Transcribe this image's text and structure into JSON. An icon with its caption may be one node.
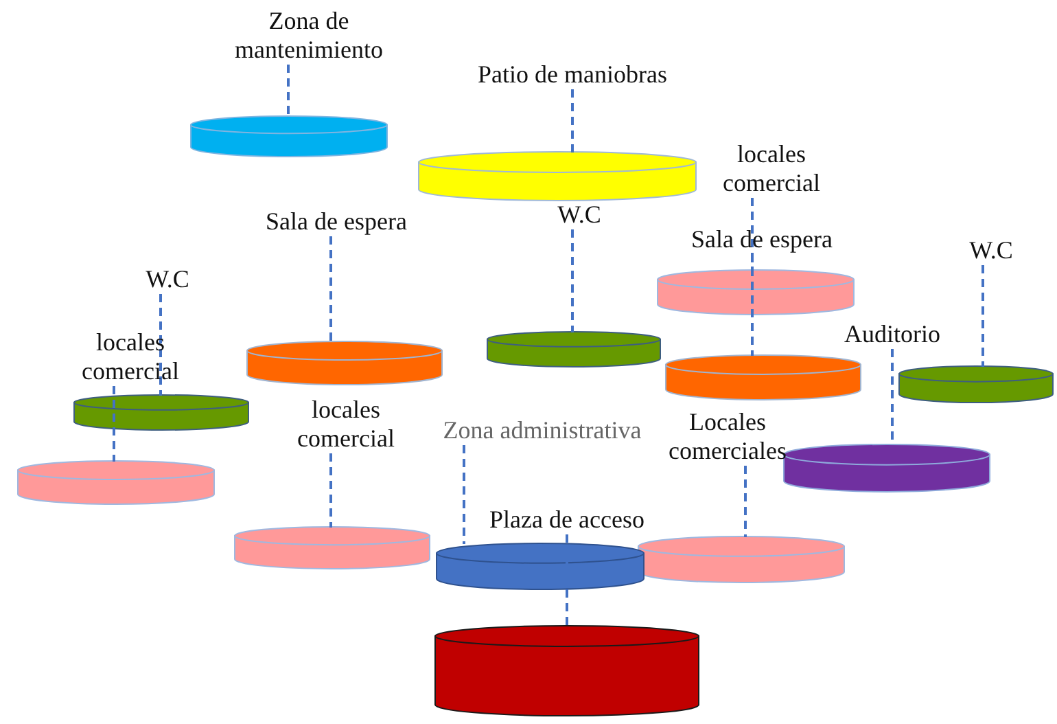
{
  "diagram": {
    "nodes": [
      {
        "text": [
          "Zona de mantenimiento"
        ]
      },
      {
        "text": [],
        "shape": "cylinder"
      },
      {
        "text": [
          "Patio de maniobras"
        ]
      },
      {
        "text": [],
        "shape": "cylinder"
      },
      {
        "text": [
          "locales comercial"
        ]
      },
      {
        "text": [
          "Sala de espera"
        ]
      },
      {
        "text": [
          "W.C"
        ]
      },
      {
        "text": [
          "Sala de espera"
        ]
      },
      {
        "text": [],
        "shape": "cylinder"
      },
      {
        "text": [
          "W.C"
        ]
      },
      {
        "text": [
          "W.C"
        ]
      },
      {
        "text": [],
        "shape": "cylinder"
      },
      {
        "text": [
          "Auditorio"
        ]
      },
      {
        "text": [],
        "shape": "cylinder"
      },
      {
        "text": [
          "locales comercial"
        ]
      },
      {
        "text": [],
        "shape": "cylinder"
      },
      {
        "text": [],
        "shape": "cylinder"
      },
      {
        "text": [],
        "shape": "cylinder"
      },
      {
        "text": [
          "locales comercial"
        ]
      },
      {
        "text": [
          "Zona administrativa"
        ]
      },
      {
        "text": [
          "Locales comerciales"
        ]
      },
      {
        "text": [],
        "shape": "cylinder"
      },
      {
        "text": [],
        "shape": "cylinder"
      },
      {
        "text": [
          "Plaza de acceso"
        ]
      },
      {
        "text": [],
        "shape": "cylinder"
      },
      {
        "text": [],
        "shape": "cylinder"
      },
      {
        "text": [],
        "shape": "cylinder"
      },
      {
        "text": [],
        "shape": "cylinder"
      }
    ],
    "edges": [
      {
        "from": 0,
        "to": 1,
        "arrow": "none",
        "style": "dashed"
      },
      {
        "from": 2,
        "to": 3,
        "arrow": "none",
        "style": "dashed"
      },
      {
        "from": 4,
        "to": 8,
        "arrow": "none",
        "style": "dashed"
      },
      {
        "from": 7,
        "to": 15,
        "arrow": "none",
        "style": "dashed"
      },
      {
        "from": 6,
        "to": 11,
        "arrow": "none",
        "style": "dashed"
      },
      {
        "from": 5,
        "to": 13,
        "arrow": "none",
        "style": "dashed"
      },
      {
        "from": 9,
        "to": 16,
        "arrow": "none",
        "style": "dashed"
      },
      {
        "from": 10,
        "to": 17,
        "arrow": "none",
        "style": "dashed"
      },
      {
        "from": 14,
        "to": 22,
        "arrow": "none",
        "style": "dashed"
      },
      {
        "from": 12,
        "to": 21,
        "arrow": "none",
        "style": "dashed"
      },
      {
        "from": 18,
        "to": 24,
        "arrow": "none",
        "style": "dashed"
      },
      {
        "from": 19,
        "to": 26,
        "arrow": "none",
        "style": "dashed"
      },
      {
        "from": 20,
        "to": 25,
        "arrow": "none",
        "style": "dashed"
      },
      {
        "from": 23,
        "to": 27,
        "arrow": "none",
        "style": "dashed"
      }
    ]
  }
}
